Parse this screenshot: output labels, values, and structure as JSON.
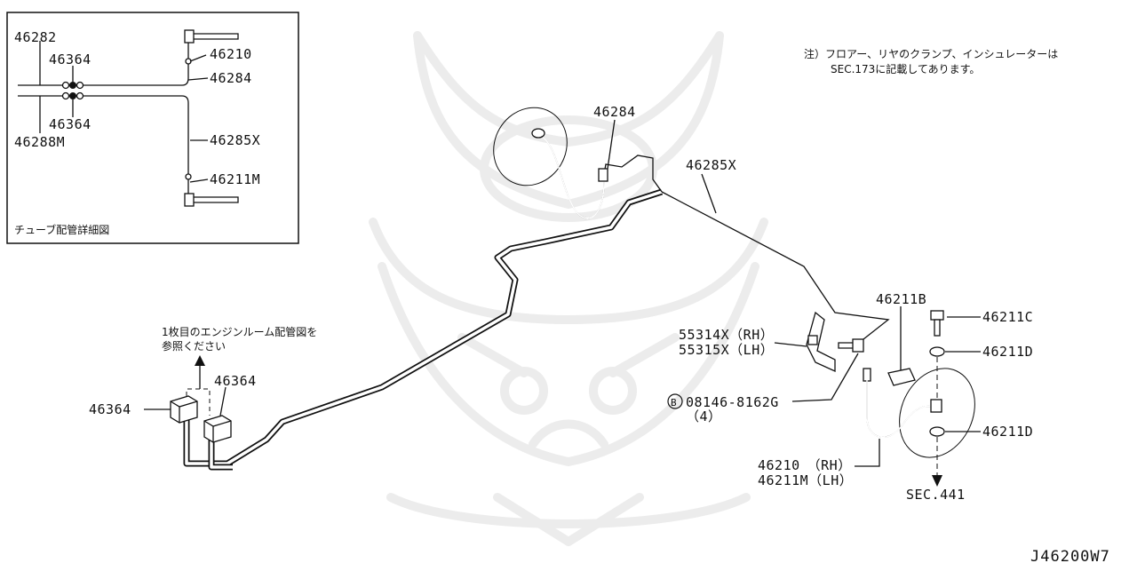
{
  "note": {
    "line1": "注）フロアー、リヤのクランプ、インシュレーターは",
    "line2": "SEC.173に記載してあります。"
  },
  "inset": {
    "title": "チューブ配管詳細図",
    "labels": {
      "l46282": "46282",
      "l46364_top": "46364",
      "l46364_bottom": "46364",
      "l46288M": "46288M",
      "l46210": "46210",
      "l46284": "46284",
      "l46285X": "46285X",
      "l46211M": "46211M"
    }
  },
  "labels": {
    "p46284": "46284",
    "p46285X": "46285X",
    "p46211B": "46211B",
    "p46211C": "46211C",
    "p46211D_top": "46211D",
    "p46211D_bottom": "46211D",
    "p55314X": "55314X（RH）",
    "p55315X": "55315X（LH）",
    "bolt_prefix": "B",
    "bolt": "08146-8162G",
    "bolt_qty": "（4）",
    "p46210": "46210　（RH）",
    "p46211M": "46211M（LH）",
    "sec441": "SEC.441",
    "p46364_left": "46364",
    "p46364_right": "46364",
    "engine_note_line1": "1枚目のエンジンルーム配管図を",
    "engine_note_line2": "参照ください"
  },
  "diagram_code": "J46200W7"
}
